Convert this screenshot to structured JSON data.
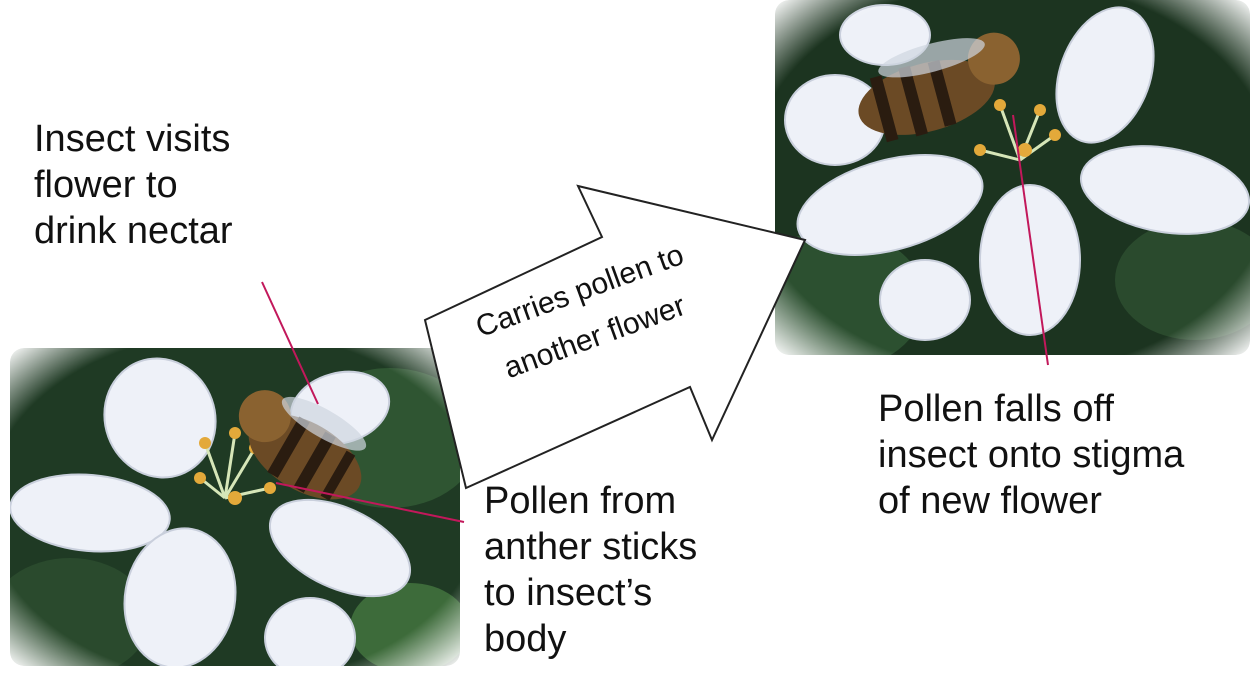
{
  "labels": {
    "insect_visits": "Insect visits\nflower to\ndrink nectar",
    "arrow_line1": "Carries pollen to",
    "arrow_line2": "another flower",
    "pollen_from": "Pollen from\nanther sticks\nto insect’s\nbody",
    "pollen_falls": "Pollen falls off\ninsect onto stigma\nof new flower"
  },
  "colors": {
    "leader_line": "#c2185b",
    "arrow_stroke": "#222222",
    "petal": "#eef1f8",
    "foliage": "#1f3a24"
  }
}
